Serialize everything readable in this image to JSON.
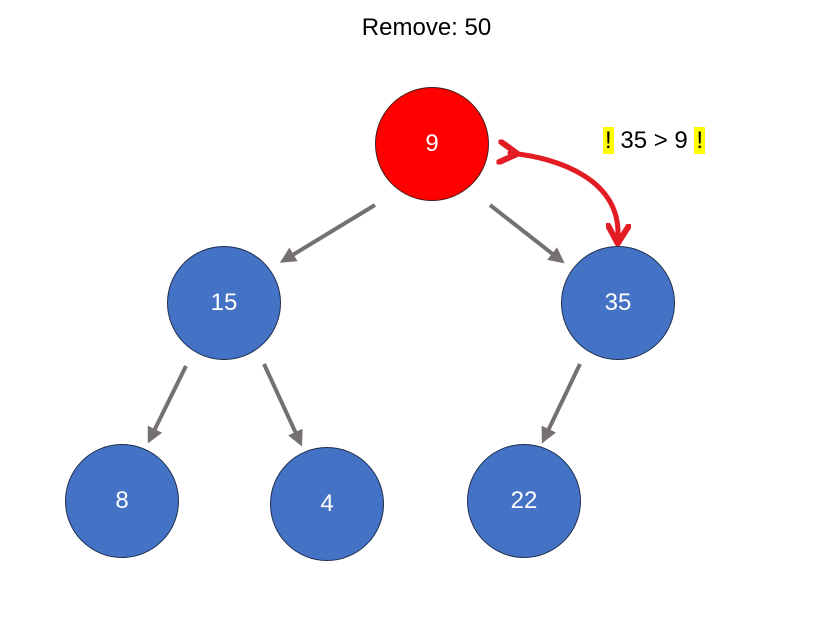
{
  "title": "Remove: 50",
  "note": {
    "mark_left": "!",
    "text": " 35 > 9 ",
    "mark_right": "!"
  },
  "colors": {
    "node_fill": "#4472c4",
    "highlight_fill": "#ff0000",
    "edge": "#767171",
    "swap_arrow": "#e31b23",
    "highlight_bg": "#ffff00"
  },
  "nodes": {
    "root": "9",
    "left": "15",
    "right": "35",
    "left_left": "8",
    "left_right": "4",
    "right_left": "22"
  }
}
